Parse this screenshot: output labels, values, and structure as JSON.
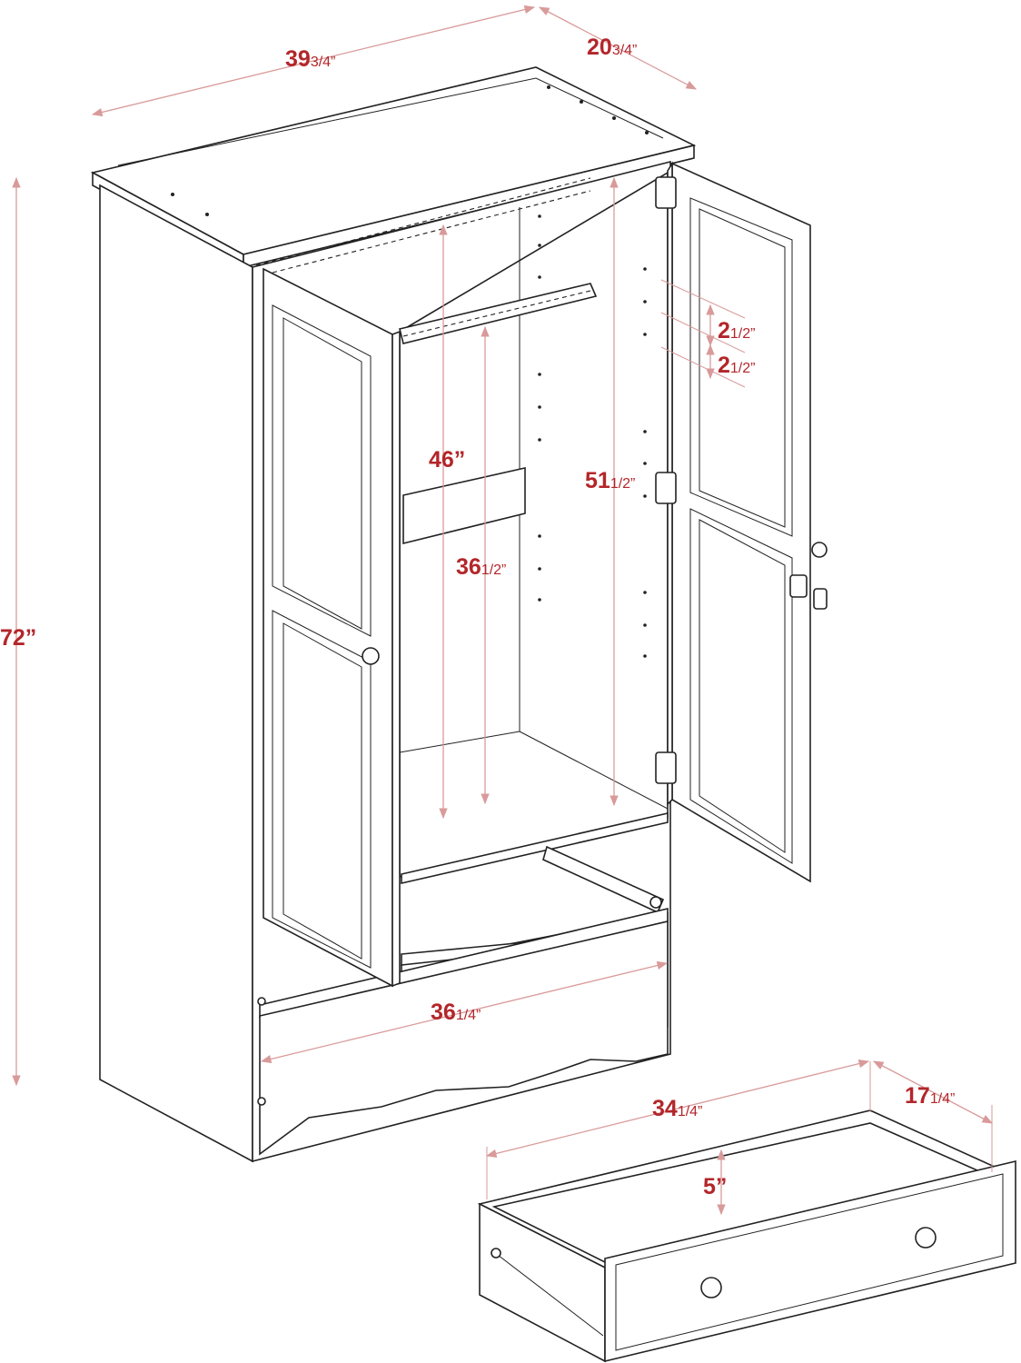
{
  "colors": {
    "dimension": "#b3262a",
    "dimension_line": "#d99a9a",
    "line_art": "#222222",
    "background": "#ffffff"
  },
  "dimensions": {
    "width": {
      "major": "39",
      "fraction": "3/4”"
    },
    "depth": {
      "major": "20",
      "fraction": "3/4”"
    },
    "height": {
      "major": "72”",
      "fraction": ""
    },
    "shelf_spacing_1": {
      "major": "2",
      "fraction": "1/2”"
    },
    "shelf_spacing_2": {
      "major": "2",
      "fraction": "1/2”"
    },
    "hanging_height": {
      "major": "46”",
      "fraction": ""
    },
    "rod_height": {
      "major": "36",
      "fraction": "1/2”"
    },
    "interior_height": {
      "major": "51",
      "fraction": "1/2”"
    },
    "interior_width": {
      "major": "36",
      "fraction": "1/4”"
    },
    "drawer_width": {
      "major": "34",
      "fraction": "1/4”"
    },
    "drawer_depth": {
      "major": "17",
      "fraction": "1/4”"
    },
    "drawer_height": {
      "major": "5”",
      "fraction": ""
    }
  }
}
